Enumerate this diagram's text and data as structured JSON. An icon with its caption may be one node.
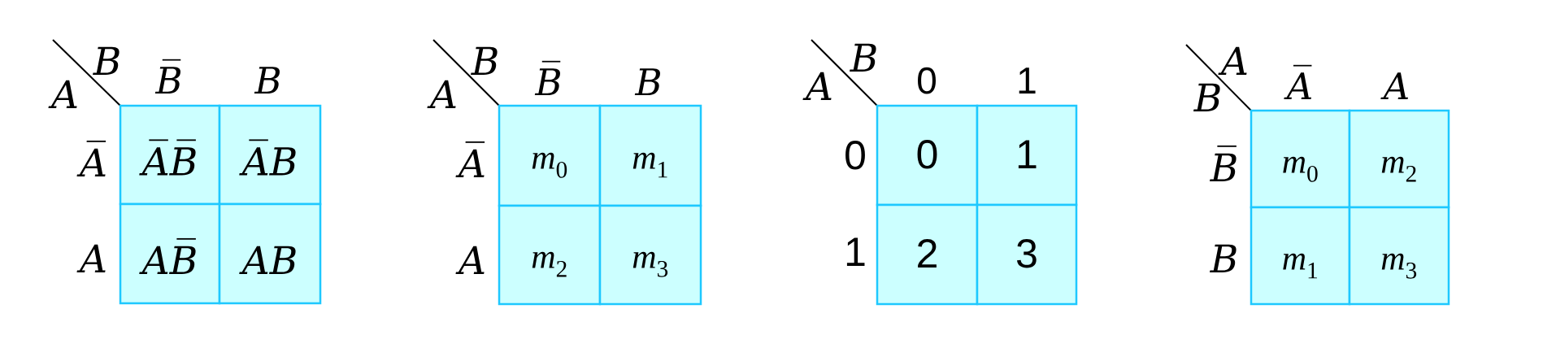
{
  "diagram": {
    "nodes": [
      {
        "text": [
          "A̅B̅"
        ]
      },
      {
        "text": [
          "A̅B"
        ]
      },
      {
        "text": [
          "AB̅"
        ]
      },
      {
        "text": [
          "AB"
        ]
      },
      {
        "text": [
          "*m*$_{0}$"
        ]
      },
      {
        "text": [
          "*m*$_{1}$"
        ]
      },
      {
        "text": [
          "*m*$_{2}$"
        ]
      },
      {
        "text": [
          "*m*$_{3}$"
        ]
      },
      {
        "text": [
          "0"
        ]
      },
      {
        "text": [
          "1"
        ]
      },
      {
        "text": [
          "2"
        ]
      },
      {
        "text": [
          "3"
        ]
      },
      {
        "text": [
          "*m*$_{0}$"
        ]
      },
      {
        "text": [
          "*m*$_{2}$"
        ]
      },
      {
        "text": [
          "*m*$_{1}$"
        ]
      },
      {
        "text": [
          "*m*$_{3}$"
        ]
      }
    ],
    "labels": [
      "B",
      "A",
      "B̅",
      "B",
      "A̅",
      "A",
      "B",
      "A",
      "B̅",
      "B",
      "A̅",
      "A",
      "B",
      "A",
      "0",
      "1",
      "0",
      "1",
      "A",
      "B",
      "A̅",
      "A",
      "B̅",
      "B"
    ]
  }
}
